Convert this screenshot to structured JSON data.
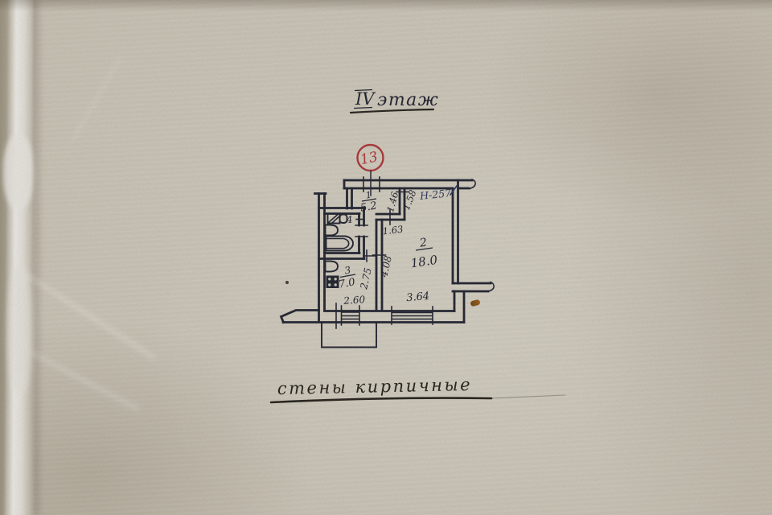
{
  "page": {
    "floor_label": {
      "roman": "IV",
      "word": "этаж"
    },
    "unit_number": "13",
    "note": "стены кирпичные",
    "height_mark": "H-257",
    "rooms": {
      "hall": {
        "num": "1",
        "area": "5.2"
      },
      "living": {
        "num": "2",
        "area": "18.0"
      },
      "kitchen": {
        "num": "3",
        "area": "7.0"
      },
      "bath": {
        "num": "4"
      }
    },
    "dims": {
      "nook_depth": "1.46",
      "nook_width": "1.58",
      "hall_opening": "1.63",
      "living_depth": "4.08",
      "kitchen_depth": "2.75",
      "kitchen_width": "2.60",
      "living_width": "3.64"
    },
    "colors": {
      "paper": "#c7c1b3",
      "ink": "#262834",
      "red_stamp": "#a93a3c",
      "height_ink": "#2e3a5e"
    }
  }
}
